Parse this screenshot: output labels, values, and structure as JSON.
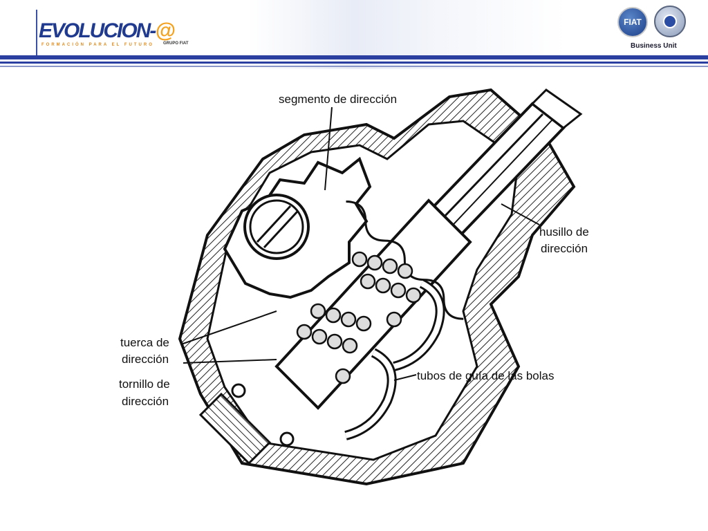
{
  "header": {
    "logo_text": "EVOLUCION-",
    "logo_at": "@",
    "logo_tagline": "FORMACIÓN PARA EL FUTURO",
    "logo_group": "GRUPO FIAT",
    "fiat_badge": "FIAT",
    "business_unit": "Business Unit",
    "band_color": "#2b3fa0"
  },
  "diagram": {
    "labels": {
      "segmento": "segmento de dirección",
      "husillo_1": "husillo de",
      "husillo_2": "dirección",
      "tuerca_1": "tuerca de",
      "tuerca_2": "dirección",
      "tornillo_1": "tornillo de",
      "tornillo_2": "dirección",
      "tubos": "tubos de guía de las bolas"
    }
  }
}
